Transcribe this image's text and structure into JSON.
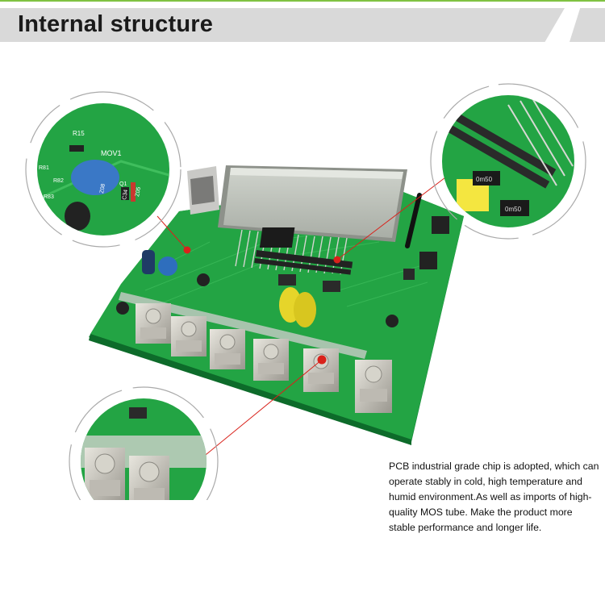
{
  "header": {
    "title": "Internal structure"
  },
  "description": {
    "text": "PCB industrial grade chip is adopted, which can operate stably in cold, high temperature and humid environment.As well as imports of high-quality MOS tube. Make the product more stable performance and longer life."
  },
  "colors": {
    "accent_line": "#7fc242",
    "banner": "#d9d9d9",
    "pcb": "#1e9e3a",
    "pointer": "#d9221b"
  },
  "pcb_labels": {
    "r15": "R15",
    "mov1": "MOV1",
    "r81": "R81",
    "r82": "R82",
    "r83": "R83",
    "z08": "Z08",
    "q1": "Q1",
    "c34": "C34",
    "z05": "Z05",
    "res_a": "0m50",
    "res_b": "0m50"
  }
}
